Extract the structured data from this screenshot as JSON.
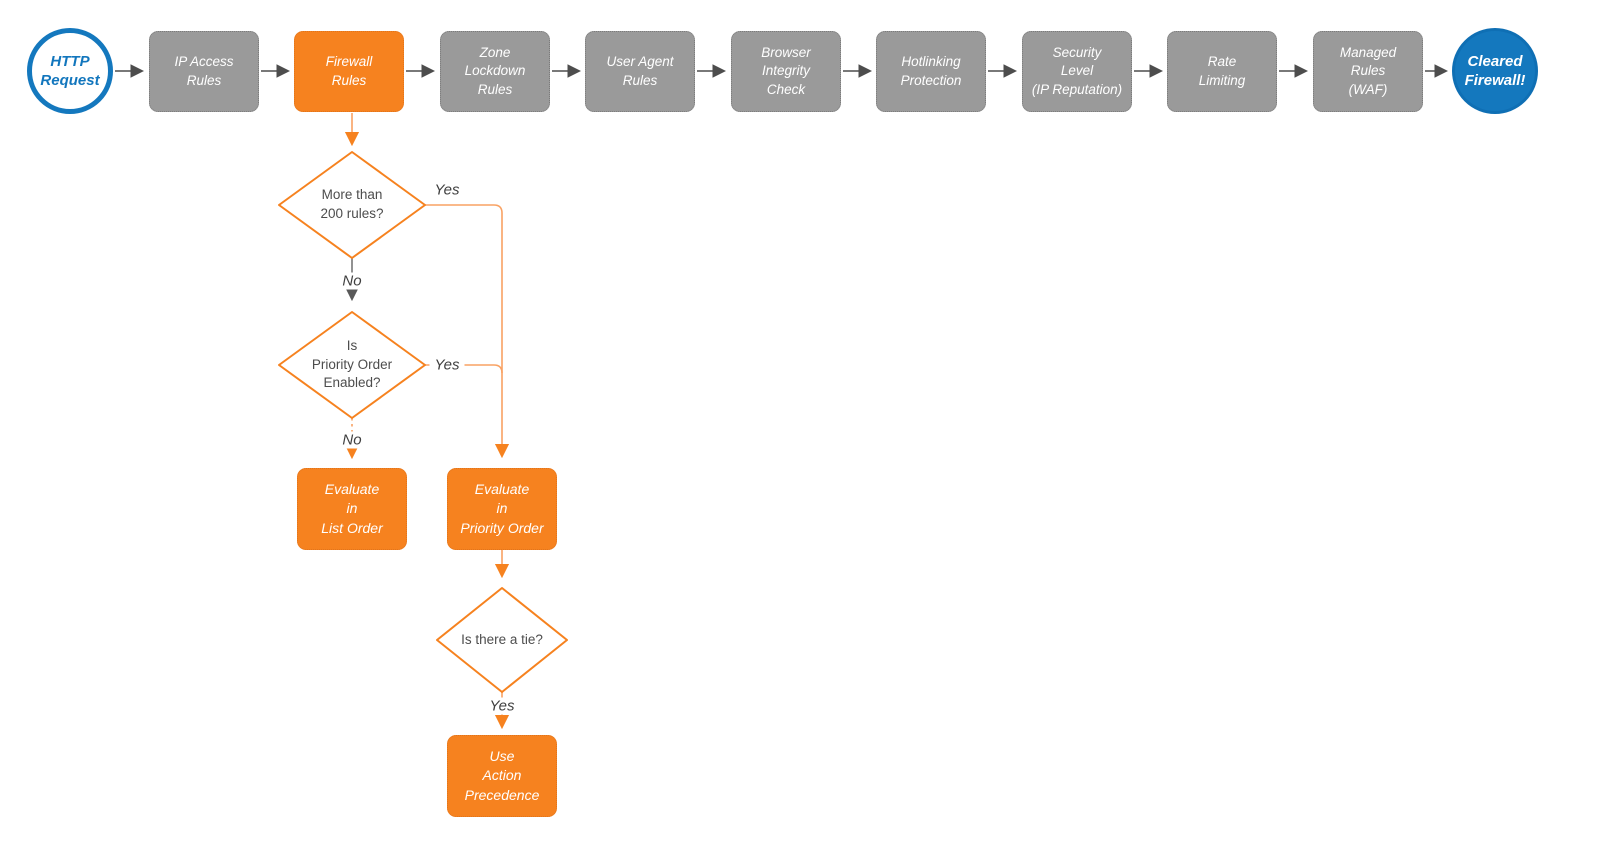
{
  "colors": {
    "node_orange": "#F6821F",
    "connector_orange_light": "#F9A263",
    "node_blue": "#1478BE",
    "node_gray": "#9A9A9A",
    "connector_gray": "#4D4D4D",
    "diamond_text": "#4D4D4D",
    "node_text": "#FFFFFF"
  },
  "pipeline": {
    "start_label": "HTTP\nRequest",
    "stages": [
      "IP Access\nRules",
      "Firewall\nRules",
      "Zone\nLockdown\nRules",
      "User Agent\nRules",
      "Browser\nIntegrity\nCheck",
      "Hotlinking\nProtection",
      "Security\nLevel\n(IP Reputation)",
      "Rate\nLimiting",
      "Managed\nRules\n(WAF)"
    ],
    "end_label": "Cleared\nFirewall!"
  },
  "decision_flow": {
    "rules_count": {
      "question": "More than\n200 rules?",
      "yes": "Yes",
      "no": "No"
    },
    "priority_enabled": {
      "question": "Is\nPriority Order\nEnabled?",
      "yes": "Yes",
      "no": "No"
    },
    "tie": {
      "question": "Is there a tie?",
      "yes": "Yes"
    },
    "evaluate_list_order": "Evaluate\nin\nList Order",
    "evaluate_priority_order": "Evaluate\nin\nPriority Order",
    "use_action_precedence": "Use\nAction\nPrecedence"
  }
}
